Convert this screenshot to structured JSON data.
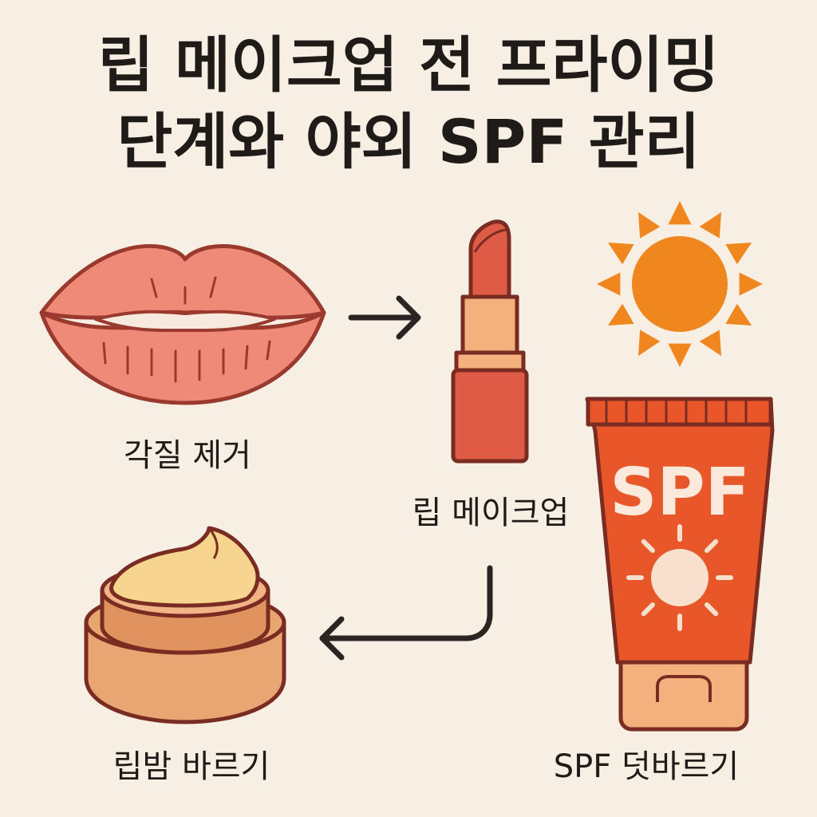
{
  "title": {
    "line1": "립 메이크업 전 프라이밍",
    "line2": "단계와 야외 SPF 관리"
  },
  "steps": {
    "exfoliate": "각질 제거",
    "lip_makeup": "립 메이크업",
    "lip_balm": "립밤 바르기",
    "spf_reapply": "SPF 덧바르기"
  },
  "tube_text": "SPF",
  "colors": {
    "background": "#f8efe4",
    "lips": "#ef8a78",
    "lipstick": "#de5b45",
    "sun": "#f0861e",
    "tube": "#e8572a",
    "balm": "#e9a672"
  },
  "icons": [
    "lips-icon",
    "arrow-right-icon",
    "lipstick-icon",
    "sun-icon",
    "sunscreen-tube-icon",
    "arrow-back-icon",
    "lip-balm-jar-icon"
  ]
}
